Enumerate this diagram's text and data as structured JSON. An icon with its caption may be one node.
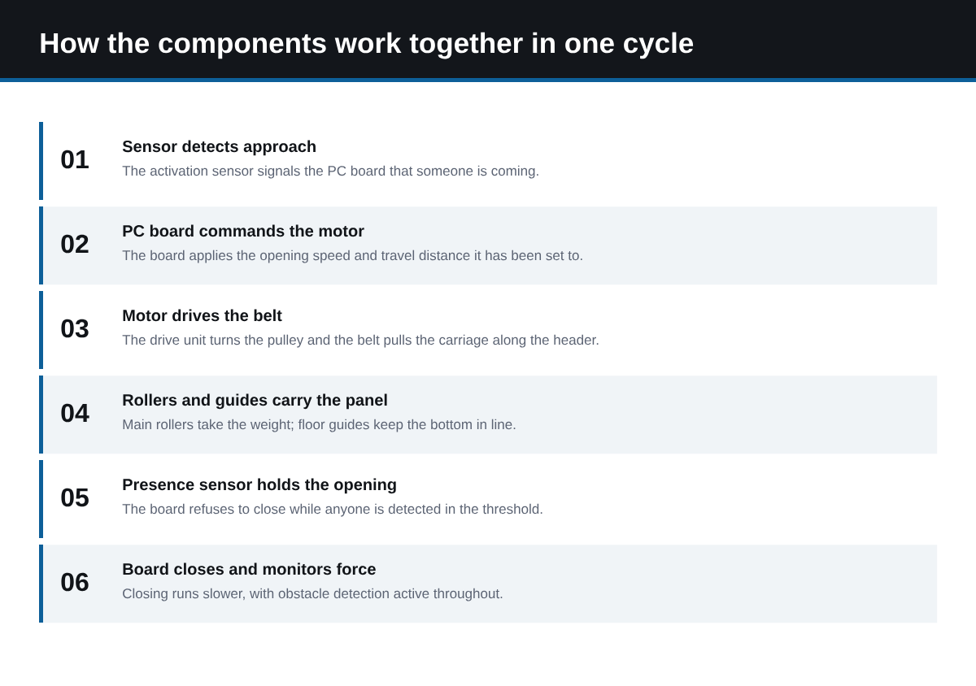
{
  "diagram": {
    "title": "How the components work together in one cycle",
    "nodes": [
      {
        "text": [
          "01",
          "Sensor detects approach",
          "The activation sensor signals the PC board that someone is coming."
        ]
      },
      {
        "text": [
          "02",
          "PC board commands the motor",
          "The board applies the opening speed and travel distance it has been set to."
        ]
      },
      {
        "text": [
          "03",
          "Motor drives the belt",
          "The drive unit turns the pulley and the belt pulls the carriage along the header."
        ]
      },
      {
        "text": [
          "04",
          "Rollers and guides carry the panel",
          "Main rollers take the weight; floor guides keep the bottom in line."
        ]
      },
      {
        "text": [
          "05",
          "Presence sensor holds the opening",
          "The board refuses to close while anyone is detected in the threshold."
        ]
      },
      {
        "text": [
          "06",
          "Board closes and monitors force",
          "Closing runs slower, with obstacle detection active throughout."
        ]
      }
    ]
  }
}
